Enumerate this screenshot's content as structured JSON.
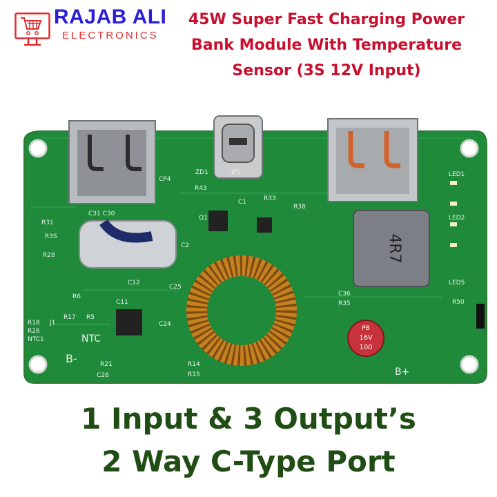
{
  "logo": {
    "brand": "RAJAB ALI",
    "subtitle": "ELECTRONICS",
    "icon": "shopping-cart-monitor-icon",
    "colors": {
      "brand": "#2a1fd6",
      "subtitle": "#e32b2b"
    }
  },
  "title": {
    "lines": [
      "45W Super Fast Charging Power",
      "Bank Module With Temperature",
      "Sensor (3S 12V Input)"
    ],
    "color": "#c8102e"
  },
  "board": {
    "silkscreen": [
      "JP1",
      "ZD1",
      "CP4",
      "R43",
      "C1",
      "C31 C30",
      "R31",
      "Q1",
      "R33",
      "C2",
      "R38",
      "R3S",
      "R28",
      "C12",
      "C25",
      "C11",
      "R6",
      "R17",
      "R5",
      "R18",
      "R26",
      "NTC1",
      "J1",
      "NTC",
      "C24",
      "B-",
      "R21",
      "C26",
      "R14",
      "R15",
      "C36",
      "R35",
      "R50",
      "LED1",
      "LED2",
      "LED5",
      "B+",
      "4R7"
    ],
    "capacitor_label": [
      "100",
      "16V",
      "PB"
    ],
    "pcb_color": "#1f8a3a"
  },
  "captions": {
    "line1": "1 Input & 3 Output’s",
    "line2": "2 Way C-Type Port",
    "color": "#1f4d14"
  }
}
